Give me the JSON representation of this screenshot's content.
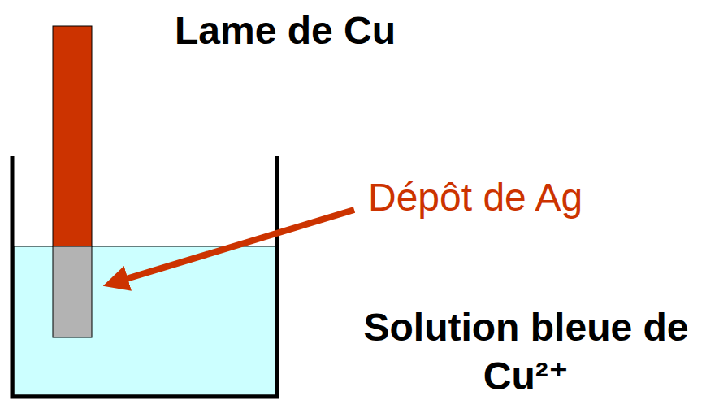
{
  "diagram": {
    "labels": [
      "Lame de Cu",
      "Dépôt de Ag",
      "Solution bleue de Cu²⁺"
    ]
  }
}
